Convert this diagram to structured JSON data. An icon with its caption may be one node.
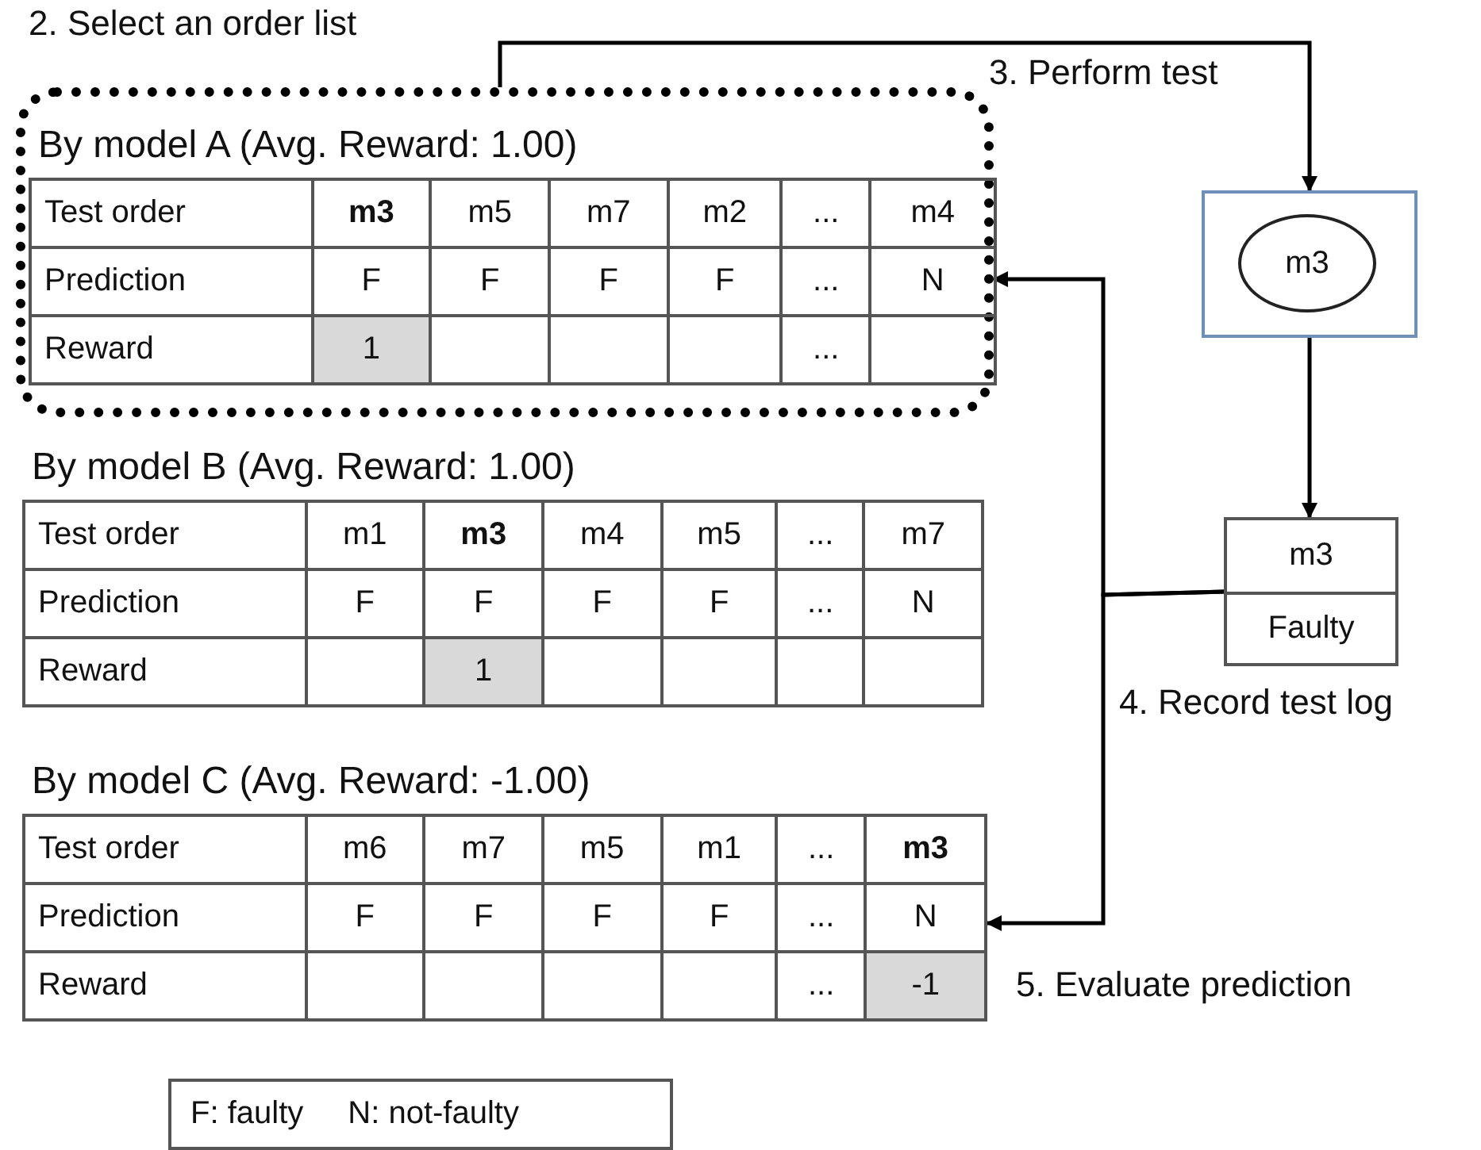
{
  "diagram": {
    "nodes": [
      {
        "text": [],
        "shape": "box"
      },
      {
        "text": [
          "By model A (Avg. Reward: 1.00)",
          "Test order",
          "m3",
          "m5",
          "m7",
          "m2",
          "...",
          "m4",
          "Prediction",
          "F",
          "F",
          "F",
          "F",
          "...",
          "N",
          "Reward",
          "1",
          "..."
        ],
        "in": 0
      },
      {
        "text": [],
        "shape": "box"
      },
      {
        "text": [
          "m3"
        ],
        "in": 2
      },
      {
        "text": [
          "m3",
          "Faulty"
        ],
        "beside": [
          "4. Record test log"
        ]
      },
      {
        "text": [
          "By model B  (Avg. Reward: 1.00)",
          "Test order",
          "m1",
          "m3",
          "m4",
          "m5",
          "...",
          "m7",
          "Prediction",
          "F",
          "F",
          "F",
          "F",
          "...",
          "N",
          "Reward",
          "1"
        ]
      },
      {
        "text": [
          "By model C  (Avg. Reward: -1.00)",
          "Test order",
          "m6",
          "m7",
          "m5",
          "m1",
          "...",
          "m3",
          "Prediction",
          "F",
          "F",
          "F",
          "F",
          "...",
          "N",
          "Reward",
          "...",
          "-1"
        ]
      },
      {
        "text": [
          "F: faulty",
          "N: not-faulty"
        ]
      }
    ],
    "edges": [
      {
        "from": 0,
        "to": 2,
        "arrow": "to",
        "label": "3. Perform test"
      },
      {
        "from": 2,
        "to": 4,
        "arrow": "to"
      },
      {
        "from": 4,
        "to": 1,
        "arrow": "to"
      },
      {
        "from": 4,
        "to": 6,
        "arrow": "to",
        "label": "5. Evaluate prediction"
      }
    ],
    "labels": [
      "2. Select an order list"
    ]
  }
}
